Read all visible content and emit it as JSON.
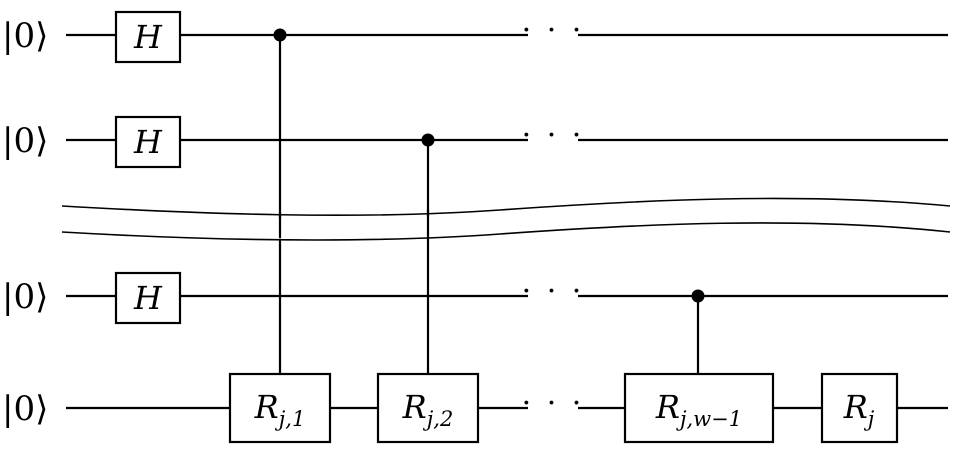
{
  "circuit": {
    "initial_state": "|0⟩",
    "qubits": [
      {
        "label": "|0⟩"
      },
      {
        "label": "|0⟩"
      },
      {
        "label": "|0⟩"
      },
      {
        "label": "|0⟩"
      }
    ],
    "hadamard": {
      "label": "H"
    },
    "gates": [
      {
        "main": "R",
        "sub": "j,1"
      },
      {
        "main": "R",
        "sub": "j,2"
      },
      {
        "main": "R",
        "sub": "j,w−1"
      },
      {
        "main": "R",
        "sub": "j"
      }
    ],
    "ellipsis": "· · ·"
  }
}
